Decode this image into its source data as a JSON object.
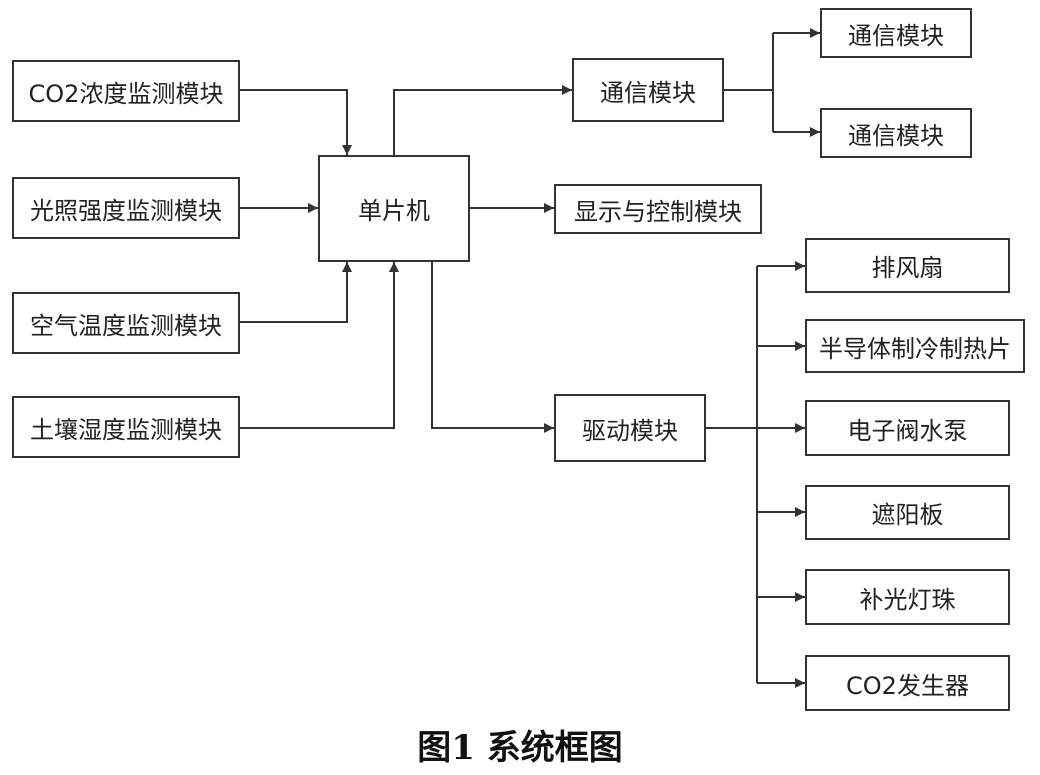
{
  "diagram": {
    "inputs": {
      "co2": "CO2浓度监测模块",
      "light": "光照强度监测模块",
      "air_temp": "空气温度监测模块",
      "soil_moisture": "土壤湿度监测模块"
    },
    "mcu": "单片机",
    "comm": {
      "main": "通信模块",
      "sub1": "通信模块",
      "sub2": "通信模块"
    },
    "display_control": "显示与控制模块",
    "driver": "驱动模块",
    "actuators": {
      "fan": "排风扇",
      "peltier": "半导体制冷制热片",
      "water_pump": "电子阀水泵",
      "shade": "遮阳板",
      "fill_light": "补光灯珠",
      "co2_generator": "CO2发生器"
    },
    "caption": "图1  系统框图"
  }
}
